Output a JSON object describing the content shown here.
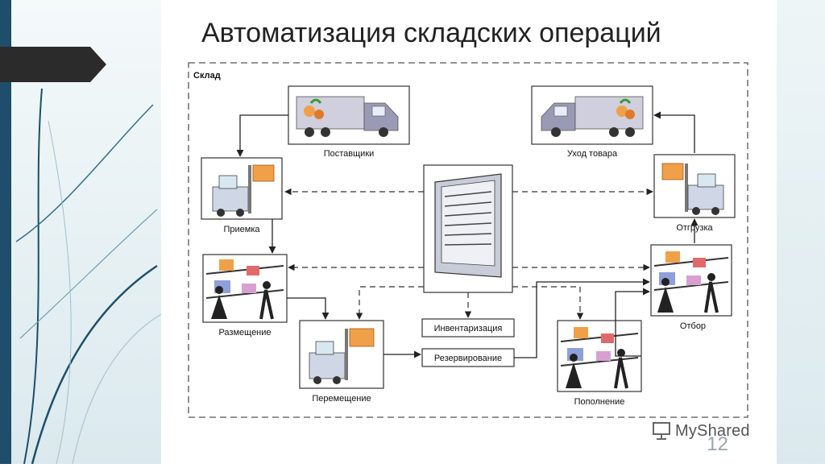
{
  "slide": {
    "title": "Автоматизация складских операций",
    "number": "12",
    "watermark": "MyShared"
  },
  "diagram": {
    "frame_label": "Склад",
    "nodes": {
      "suppliers": "Поставщики",
      "outgoing": "Уход товара",
      "receiving": "Приемка",
      "shipping": "Отгрузка",
      "placement": "Размещение",
      "picking": "Отбор",
      "moving": "Перемещение",
      "replenishment": "Пополнение",
      "inventory": "Инвентаризация",
      "reservation": "Резервирование"
    }
  },
  "colors": {
    "accent_dark": "#2b2b2b",
    "left_stripe_blue": "#1e4e6b",
    "box_orange": "#f0a048",
    "truck_grey": "#b8b8c8"
  }
}
